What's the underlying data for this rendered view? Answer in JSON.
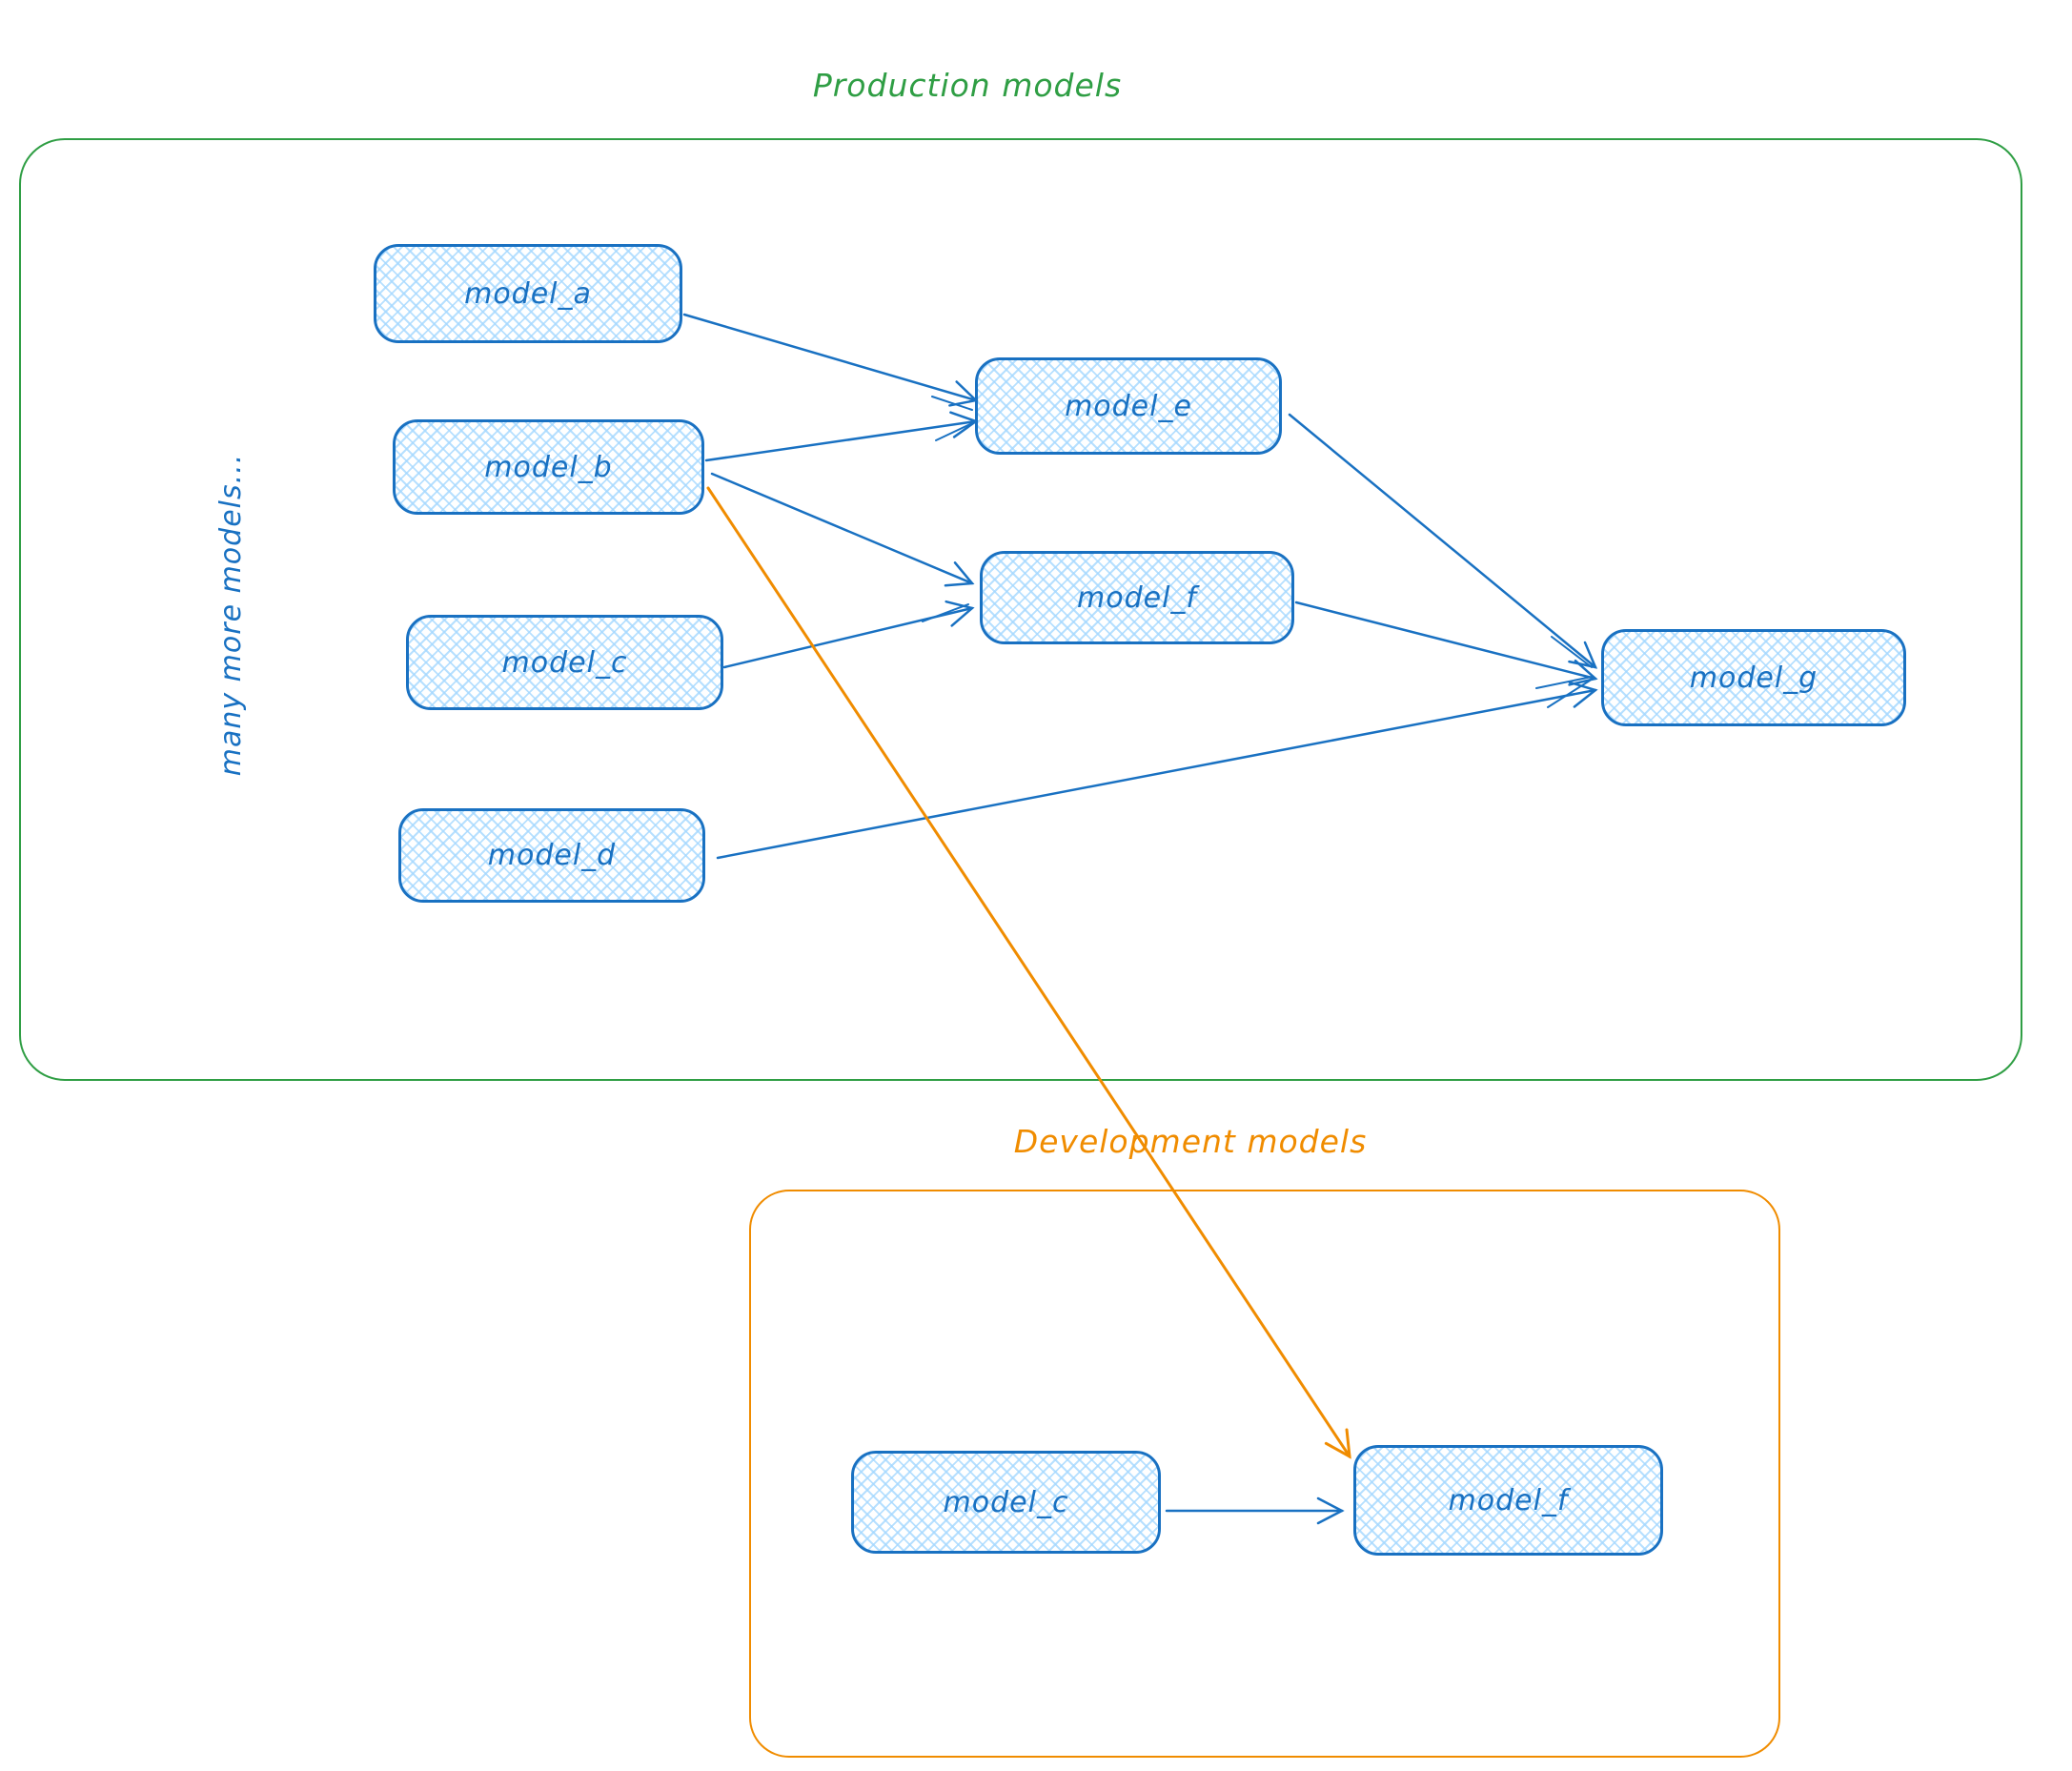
{
  "diagram_type": "model-lineage-sketch",
  "colors": {
    "node_stroke": "#1971c2",
    "node_fill_hatch": "#a5d8ff",
    "node_label": "#1971c2",
    "production_green": "#2f9e44",
    "development_orange": "#f08c00",
    "arrow_blue": "#1971c2",
    "arrow_orange": "#f08c00",
    "background": "#ffffff"
  },
  "production": {
    "title": "Production models",
    "side_note": "many more models...",
    "nodes": [
      {
        "id": "model_a",
        "label": "model_a"
      },
      {
        "id": "model_b",
        "label": "model_b"
      },
      {
        "id": "model_c",
        "label": "model_c"
      },
      {
        "id": "model_d",
        "label": "model_d"
      },
      {
        "id": "model_e",
        "label": "model_e"
      },
      {
        "id": "model_f",
        "label": "model_f"
      },
      {
        "id": "model_g",
        "label": "model_g"
      }
    ]
  },
  "development": {
    "title": "Development models",
    "nodes": [
      {
        "id": "model_c",
        "label": "model_c"
      },
      {
        "id": "model_f",
        "label": "model_f"
      }
    ]
  },
  "edges": [
    {
      "from": "model_a",
      "to": "model_e",
      "scope": "production",
      "color": "blue"
    },
    {
      "from": "model_b",
      "to": "model_e",
      "scope": "production",
      "color": "blue"
    },
    {
      "from": "model_b",
      "to": "model_f",
      "scope": "production",
      "color": "blue"
    },
    {
      "from": "model_c",
      "to": "model_f",
      "scope": "production",
      "color": "blue"
    },
    {
      "from": "model_e",
      "to": "model_g",
      "scope": "production",
      "color": "blue"
    },
    {
      "from": "model_f",
      "to": "model_g",
      "scope": "production",
      "color": "blue"
    },
    {
      "from": "model_d",
      "to": "model_g",
      "scope": "production",
      "color": "blue"
    },
    {
      "from": "model_b (production)",
      "to": "model_f (development)",
      "scope": "cross-environment",
      "color": "orange"
    },
    {
      "from": "model_c",
      "to": "model_f",
      "scope": "development",
      "color": "blue"
    }
  ]
}
